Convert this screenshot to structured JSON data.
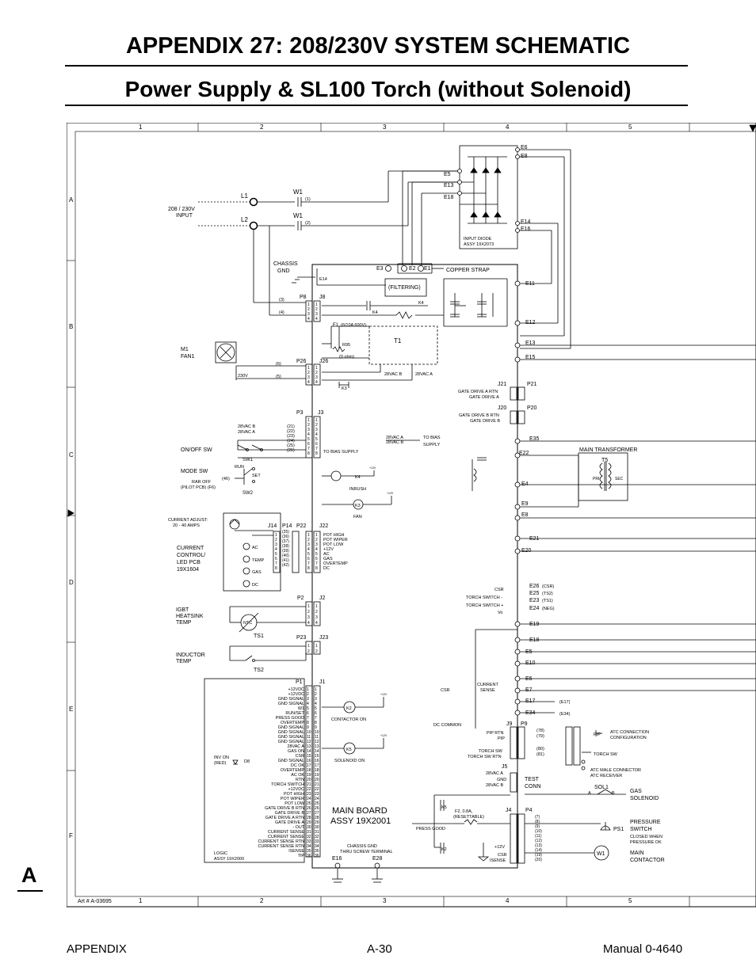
{
  "page": {
    "title": "APPENDIX 27:  208/230V SYSTEM SCHEMATIC",
    "subtitle": "Power Supply & SL100 Torch (without Solenoid)",
    "section_letter": "A",
    "footer": {
      "left": "APPENDIX",
      "center": "A-30",
      "right": "Manual 0-4640"
    }
  },
  "diagram": {
    "grid_columns": [
      "1",
      "2",
      "3",
      "4",
      "5"
    ],
    "grid_rows": [
      "A",
      "B",
      "C",
      "D",
      "E",
      "F"
    ],
    "art_number": "Art # A-03695",
    "input": {
      "voltage_label": "208 / 230V",
      "input_label": "INPUT",
      "l1": "L1",
      "l2": "L2",
      "w1": "W1",
      "wire1": "(1)",
      "wire2": "(2)"
    },
    "diode_assy": {
      "label1": "INPUT DIODE",
      "label2": "ASSY 19X2073",
      "terminals": [
        "E6",
        "E8",
        "E5",
        "E13",
        "E18",
        "E14",
        "E16"
      ]
    },
    "main_board_terminals": [
      "E11",
      "E12",
      "E13",
      "E15",
      "E35",
      "E22",
      "E4",
      "E9",
      "E8",
      "E21",
      "E20",
      "E19",
      "E18",
      "E5",
      "E10",
      "E6",
      "E7",
      "E17",
      "E34"
    ],
    "chassis": {
      "chassis": "CHASSIS",
      "gnd": "GND",
      "e14": "E14",
      "e3": "E3",
      "e2": "E2",
      "e1": "E1",
      "strap": "COPPER STRAP",
      "filtering": "(FILTERING)",
      "k4": "K4",
      "t1": "T1"
    },
    "fan": {
      "m1": "M1",
      "fan1": "FAN1",
      "v230": "230V",
      "w6": "(6)",
      "w5": "(5)",
      "w3": "(3)",
      "w4": "(4)"
    },
    "connectors": {
      "p8": "P8",
      "j8": "J8",
      "p26": "P26",
      "j26": "J26",
      "p3": "P3",
      "j3": "J3",
      "p14": "P14",
      "j14": "J14",
      "p22": "P22",
      "j22": "J22",
      "p2": "P2",
      "j2": "J2",
      "p23": "P23",
      "j23": "J23",
      "p1": "P1",
      "j1": "J1"
    },
    "fuse": {
      "f1": "F1",
      "f1_rating": "(6/10A 600V)",
      "r95": "R95",
      "r95_value": "(0 ohm)",
      "k3": "K3",
      "vac28b": "28VAC B",
      "vac28a": "28VAC A"
    },
    "switches": {
      "on_off": "ON/OFF SW",
      "sw1": "SW1",
      "mode": "MODE SW",
      "run": "RUN",
      "set": "SET",
      "raroff": "RAR OFF",
      "pilot": "(PILOT PCB) (F6)",
      "w46": "(46)",
      "sw2": "SW2",
      "to_bias": "TO BIAS SUPPLY",
      "to_bias2": "TO BIAS",
      "supply": "SUPPLY"
    },
    "p3_labels": [
      "28VAC B",
      "28VAC A"
    ],
    "p3_wires": [
      "(21)",
      "(22)",
      "(23)",
      "(24)",
      "(25)",
      "(26)"
    ],
    "relays": {
      "k4": "K4",
      "inrush": "INRUSH",
      "k3": "K3",
      "fan": "FAN",
      "k2": "K2",
      "contactor_on": "CONTACTOR ON",
      "k5": "K5",
      "solenoid_on": "SOLENOID ON",
      "plus12": "+12V"
    },
    "current_control": {
      "adjust1": "CURRENT ADJUST:",
      "adjust2": "20 - 40 AMPS",
      "label": [
        "CURRENT",
        "CONTROL/",
        "LED PCB",
        "19X1604"
      ],
      "leds": [
        "AC",
        "TEMP",
        "GAS",
        "DC"
      ]
    },
    "p14_wires": [
      "(35)",
      "(36)",
      "(37)",
      "(38)",
      "(39)",
      "(40)",
      "(41)",
      "(42)"
    ],
    "j22_labels": [
      "POT HIGH",
      "POT WIPER",
      "POT LOW",
      "+12V",
      "AC",
      "GAS",
      "OVERTEMP",
      "DC"
    ],
    "sensors": {
      "igbt": [
        "IGBT",
        "HEATSINK",
        "TEMP"
      ],
      "ntc": "NTC",
      "ts1": "TS1",
      "inductor": [
        "INDUCTOR",
        "TEMP"
      ],
      "ts2": "TS2"
    },
    "p1_signals": [
      "+12VDC",
      "+12VDC",
      "GND SIGNAL",
      "GND SIGNAL",
      "W1",
      "RUN/SET",
      "PRESS GOOD",
      "OVERTEMP",
      "GND SIGNAL",
      "GND SIGNAL",
      "GND SIGNAL",
      "GND SIGNAL",
      "28VAC A",
      "GAS ON",
      "CSR",
      "GND SIGNAL",
      "DC OK",
      "OVERTEMP",
      "AC OK",
      "RTN",
      "TORCH SWITCH",
      "+12VDC",
      "POT HIGH",
      "POT WIPER",
      "POT LOW",
      "GATE DRIVE B RTN",
      "GATE DRIVE B",
      "GATE DRIVE A RTN",
      "GATE DRIVE A",
      "- OUT",
      "CURRENT SENSE",
      "CURRENT SENSE",
      "CURRENT SENSE RTN",
      "CURRENT SENSE RTN",
      "ISENSE",
      "TIP"
    ],
    "logic": {
      "inv_on": "INV ON",
      "red": "(RED)",
      "d8": "D8",
      "logic": "LOGIC",
      "assy": "ASSY 19X2000"
    },
    "main_board": {
      "line1": "MAIN BOARD",
      "line2": "ASSY 19X2001",
      "chassis_gnd": "CHASSIS GND",
      "thru": "THRU SCREW TERMINAL",
      "e16": "E16",
      "e28": "E28"
    },
    "right_side": {
      "j21": "J21",
      "p21": "P21",
      "gate_a_rtn": "GATE DRIVE A RTN",
      "gate_a": "GATE DRIVE A",
      "j20": "J20",
      "p20": "P20",
      "gate_b_rtn": "GATE DRIVE B RTN",
      "gate_b": "GATE DRIVE B",
      "main_transformer": "MAIN TRANSFORMER",
      "t5": "T5",
      "pri": "PRI",
      "sec": "SEC",
      "csr": "CSR",
      "torch_minus": "TORCH SWITCH -",
      "torch_plus": "TORCH SWITCH +",
      "vo": "Vo",
      "e26": "E26",
      "e25": "E25",
      "e23": "E23",
      "e24": "E24",
      "csr_w": "(CSR)",
      "ts2_w": "(TS2)",
      "ts1_w": "(TS1)",
      "neg_w": "(NEG)",
      "current": "CURRENT",
      "sense": "SENSE",
      "csr2": "CSR",
      "dc_common": "DC COMMON",
      "e17w": "(E17)",
      "e34w": "(E34)",
      "j9": "J9",
      "p9": "P9",
      "pip_rtn": "PIP RTN",
      "pip": "PIP",
      "torch_sw": "TORCH SW",
      "torch_sw_rtn": "TORCH SW RTN",
      "w78": "(78)",
      "w79": "(79)",
      "w80": "(80)",
      "w81": "(81)",
      "pip_lbl": "PIP",
      "atc1": "ATC CONNECTION",
      "atc2": "CONFIGURATION",
      "torch_sw2": "TORCH SW",
      "atc_male": "ATC MALE CONNECTOR",
      "atc_recv": "ATC RECEIVER",
      "j5": "J5",
      "j5_28a": "28VAC A",
      "j5_gnd": "GND",
      "j5_28b": "28VAC B",
      "test": "TEST",
      "conn": "CONN",
      "sol1": "SOL1",
      "gas": "GAS",
      "solenoid": "SOLENOID",
      "a": "A",
      "b": "B",
      "j4": "J4",
      "p4": "P4",
      "k5": "K5",
      "f2": "F2, 0.8A,",
      "resettable": "(RESETTABLE)",
      "press_good": "PRESS GOOD",
      "k2": "K2",
      "plus12": "+12V",
      "csr3": "CSR",
      "isense": "ISENSE",
      "p4_wires": [
        "(7)",
        "(8)",
        "(9)",
        "(10)",
        "(11)",
        "(12)",
        "(13)",
        "(14)",
        "(19)",
        "(20)"
      ],
      "pressure": "PRESSURE",
      "switch": "SWITCH",
      "ps1": "PS1",
      "closed": "CLOSED WHEN",
      "pressure_ok": "PRESSURE OK",
      "w1": "W1",
      "main": "MAIN",
      "contactor": "CONTACTOR"
    }
  }
}
